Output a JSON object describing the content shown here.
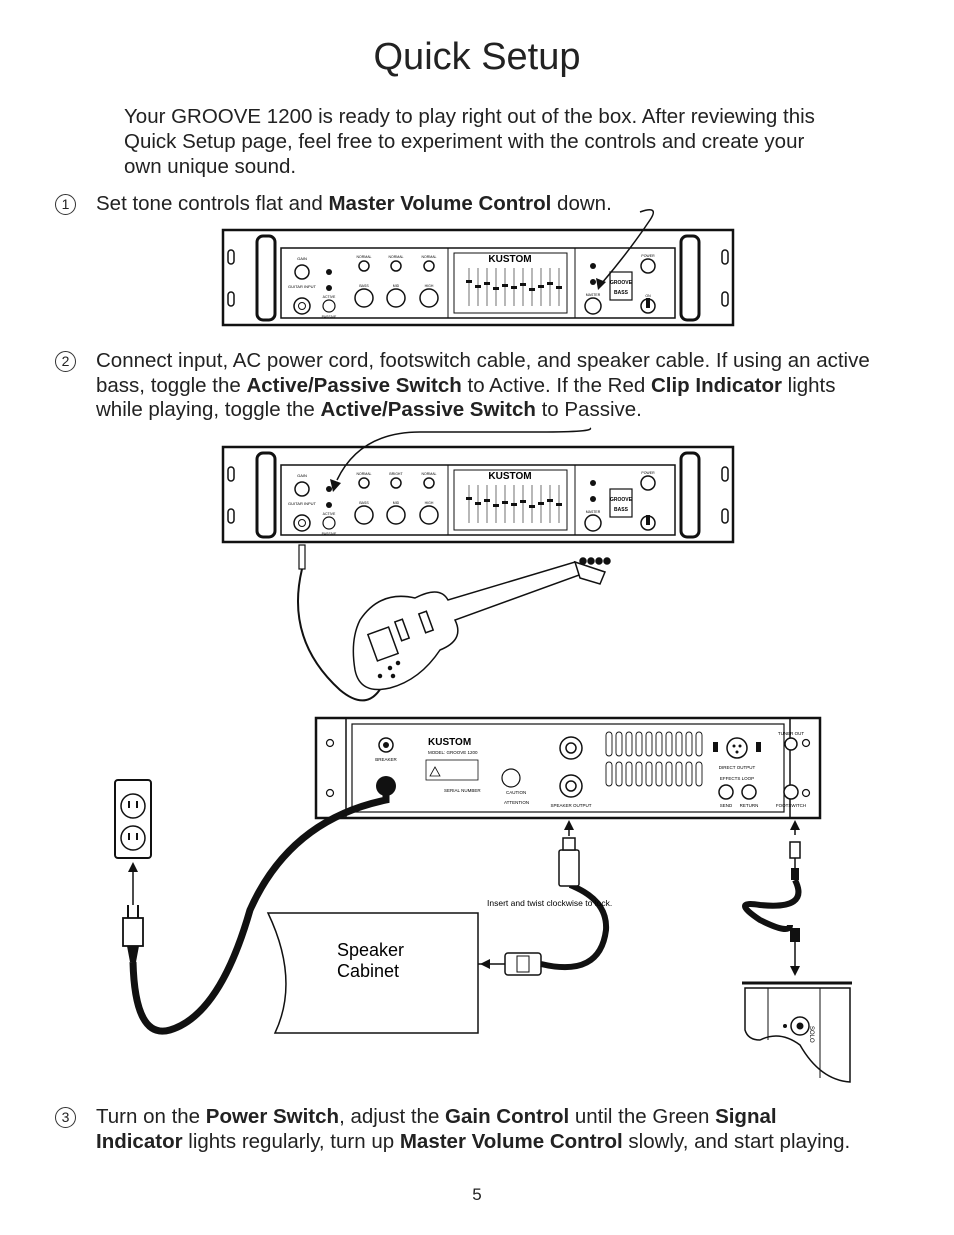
{
  "title": "Quick Setup",
  "intro": "Your GROOVE 1200 is ready to play right out of the box. After reviewing this Quick Setup page, feel free to experiment with the controls and create your own unique sound.",
  "steps": [
    {
      "number": "1",
      "parts": [
        "Set tone controls flat and ",
        "Master Volume Control",
        " down."
      ]
    },
    {
      "number": "2",
      "parts": [
        "Connect input, AC power cord, footswitch cable, and speaker cable.  If using an active bass, toggle the ",
        "Active/Passive Switch",
        " to Active.  If the Red ",
        "Clip Indicator",
        " lights while playing,  toggle the ",
        "Active/Passive Switch",
        " to Passive."
      ]
    },
    {
      "number": "3",
      "parts": [
        "Turn on the ",
        "Power Switch",
        ", adjust the ",
        "Gain Control",
        " until the Green ",
        "Signal Indicator",
        " lights regularly,  turn up ",
        "Master Volume Control",
        " slowly, and start playing."
      ]
    }
  ],
  "front_panel": {
    "brand": "KUSTOM",
    "labels": {
      "gain": "GAIN",
      "guitar_input": "GUITAR INPUT",
      "active": "ACTIVE",
      "passive": "PASSIVE",
      "bass": "BASS",
      "mid": "MID",
      "high": "HIGH",
      "normal": "NORMAL",
      "bright": "BRIGHT",
      "master": "MASTER",
      "power": "POWER",
      "on": "ON",
      "groove": "GROOVE",
      "bass_word": "BASS"
    }
  },
  "rear_panel": {
    "brand": "KUSTOM",
    "model": "MODEL: GROOVE 1200",
    "breaker": "BREAKER",
    "serial": "SERIAL NUMBER",
    "caution": "CAUTION",
    "attention": "ATTENTION",
    "speaker_output": "SPEAKER OUTPUT",
    "direct_output": "DIRECT OUTPUT",
    "effects_loop": "EFFECTS LOOP",
    "send": "SEND",
    "return": "RETURN",
    "footswitch": "FOOTSWITCH",
    "tuner_out": "TUNER OUT"
  },
  "callouts": {
    "twist_lock": "Insert and twist clockwise to lock.",
    "speaker_cabinet_line1": "Speaker",
    "speaker_cabinet_line2": "Cabinet",
    "footswitch_label": "SOLO"
  },
  "page_number": "5"
}
